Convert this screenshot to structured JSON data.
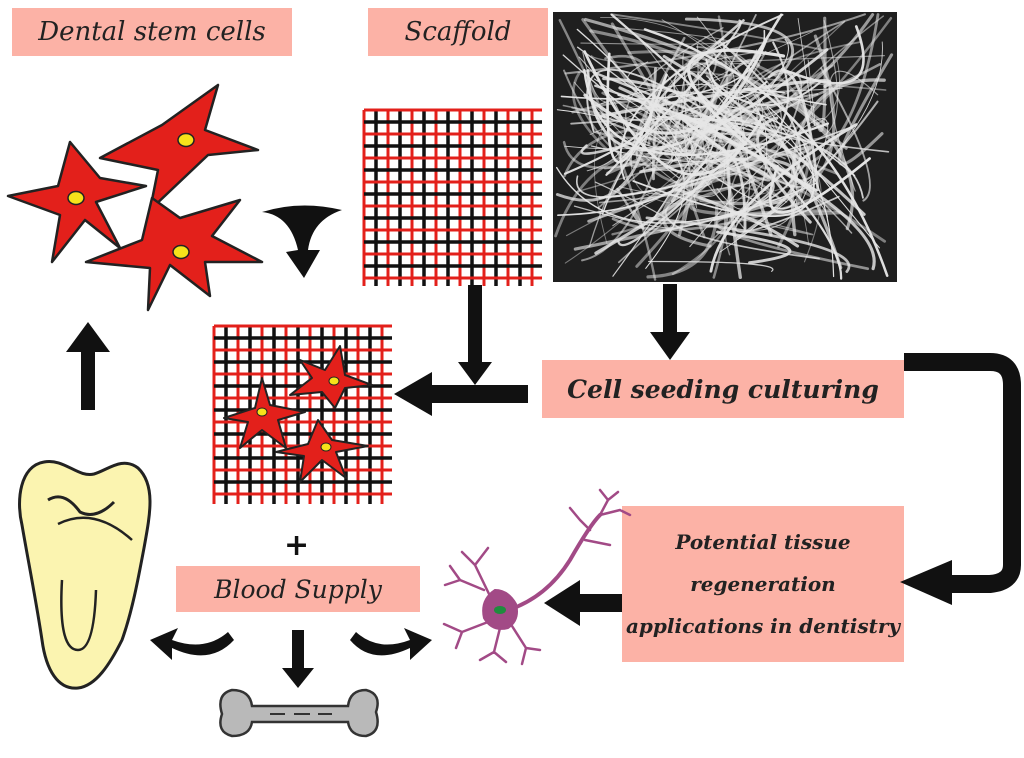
{
  "labels": {
    "dental_stem_cells": "Dental stem cells",
    "scaffold": "Scaffold",
    "cell_seeding": "Cell seeding culturing",
    "potential": [
      "Potential tissue",
      "regeneration",
      "applications in dentistry"
    ],
    "blood_supply": "Blood Supply",
    "plus": "+"
  },
  "colors": {
    "label_bg": "#fcb2a6",
    "cell_red": "#e3201b",
    "nucleus": "#f7e21a",
    "arrow": "#111111",
    "tooth": "#fbf4b0",
    "neuron": "#a24a86",
    "neuron_nucleus": "#1f8c3e",
    "bone": "#b9b9b9"
  },
  "icons": [
    "stem-cell-icon",
    "scaffold-grid-icon",
    "nanofiber-sem-image",
    "seeded-scaffold-icon",
    "tooth-icon",
    "bone-icon",
    "neuron-icon"
  ]
}
